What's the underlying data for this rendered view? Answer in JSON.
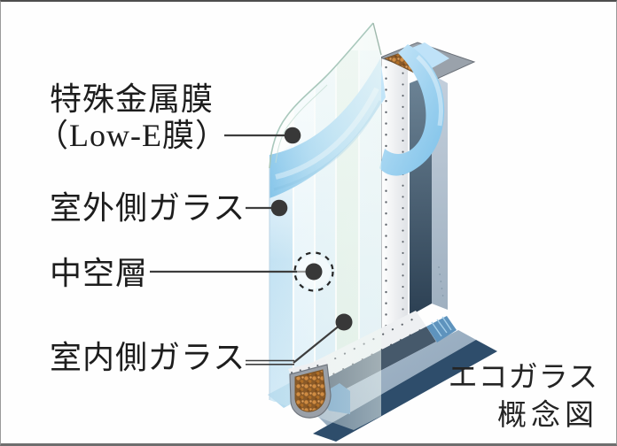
{
  "window": {
    "background": "#fefefe",
    "border_top": "#4e4e4e",
    "border_bottom": "#6e6e6e",
    "border_sides": "#9a9a9a"
  },
  "labels": {
    "special_metal_film": {
      "line1": "特殊金属膜",
      "line2": "（Low-E膜）"
    },
    "outdoor_glass": "室外側ガラス",
    "air_layer": "中空層",
    "indoor_glass": "室内側ガラス"
  },
  "caption": {
    "line1": "エコガラス",
    "line2": "概念図"
  },
  "markers": {
    "pointer_dot": "round filled dot at end of leader line",
    "air_layer_marker": "dashed circle around pointer dot"
  },
  "colors": {
    "text": "#1d1d1d",
    "leader_line": "#3d3d3d",
    "marker_dot": "#383838",
    "film_blue": "#8fc9ee",
    "film_blue_light": "#bfe2f8",
    "glass_tint": "#eaf5ef",
    "glass_edge_blue": "#bfe0f3",
    "spacer_white": "#f1f2f3",
    "spacer_cap_gray": "#9aa2ab",
    "desiccant_orange": "#c07c36",
    "indoor_glass_dark": "#46596b",
    "indoor_glass_edge": "#b3c1d1",
    "frame_light": "#a9bccd",
    "frame_navy": "#2e4d6b",
    "frame_accent": "#5e93bd"
  }
}
